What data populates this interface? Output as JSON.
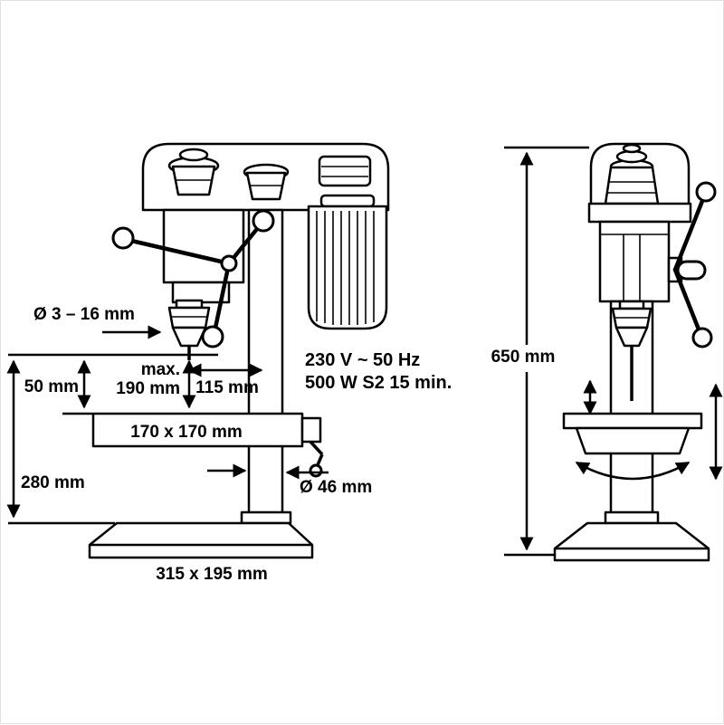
{
  "colors": {
    "line": "#000000",
    "background": "#ffffff"
  },
  "side_view": {
    "chuck_capacity": "Ø 3 – 16 mm",
    "chuck_to_table": "50 mm",
    "spindle_stroke_prefix": "max.",
    "spindle_stroke": "190 mm",
    "spindle_to_column": "115 mm",
    "table_size": "170 x 170 mm",
    "chuck_to_base": "280 mm",
    "column_diameter": "Ø 46 mm",
    "base_size": "315 x 195 mm",
    "voltage": "230 V ~ 50 Hz",
    "power": "500 W S2 15 min."
  },
  "front_view": {
    "overall_height": "650 mm"
  }
}
